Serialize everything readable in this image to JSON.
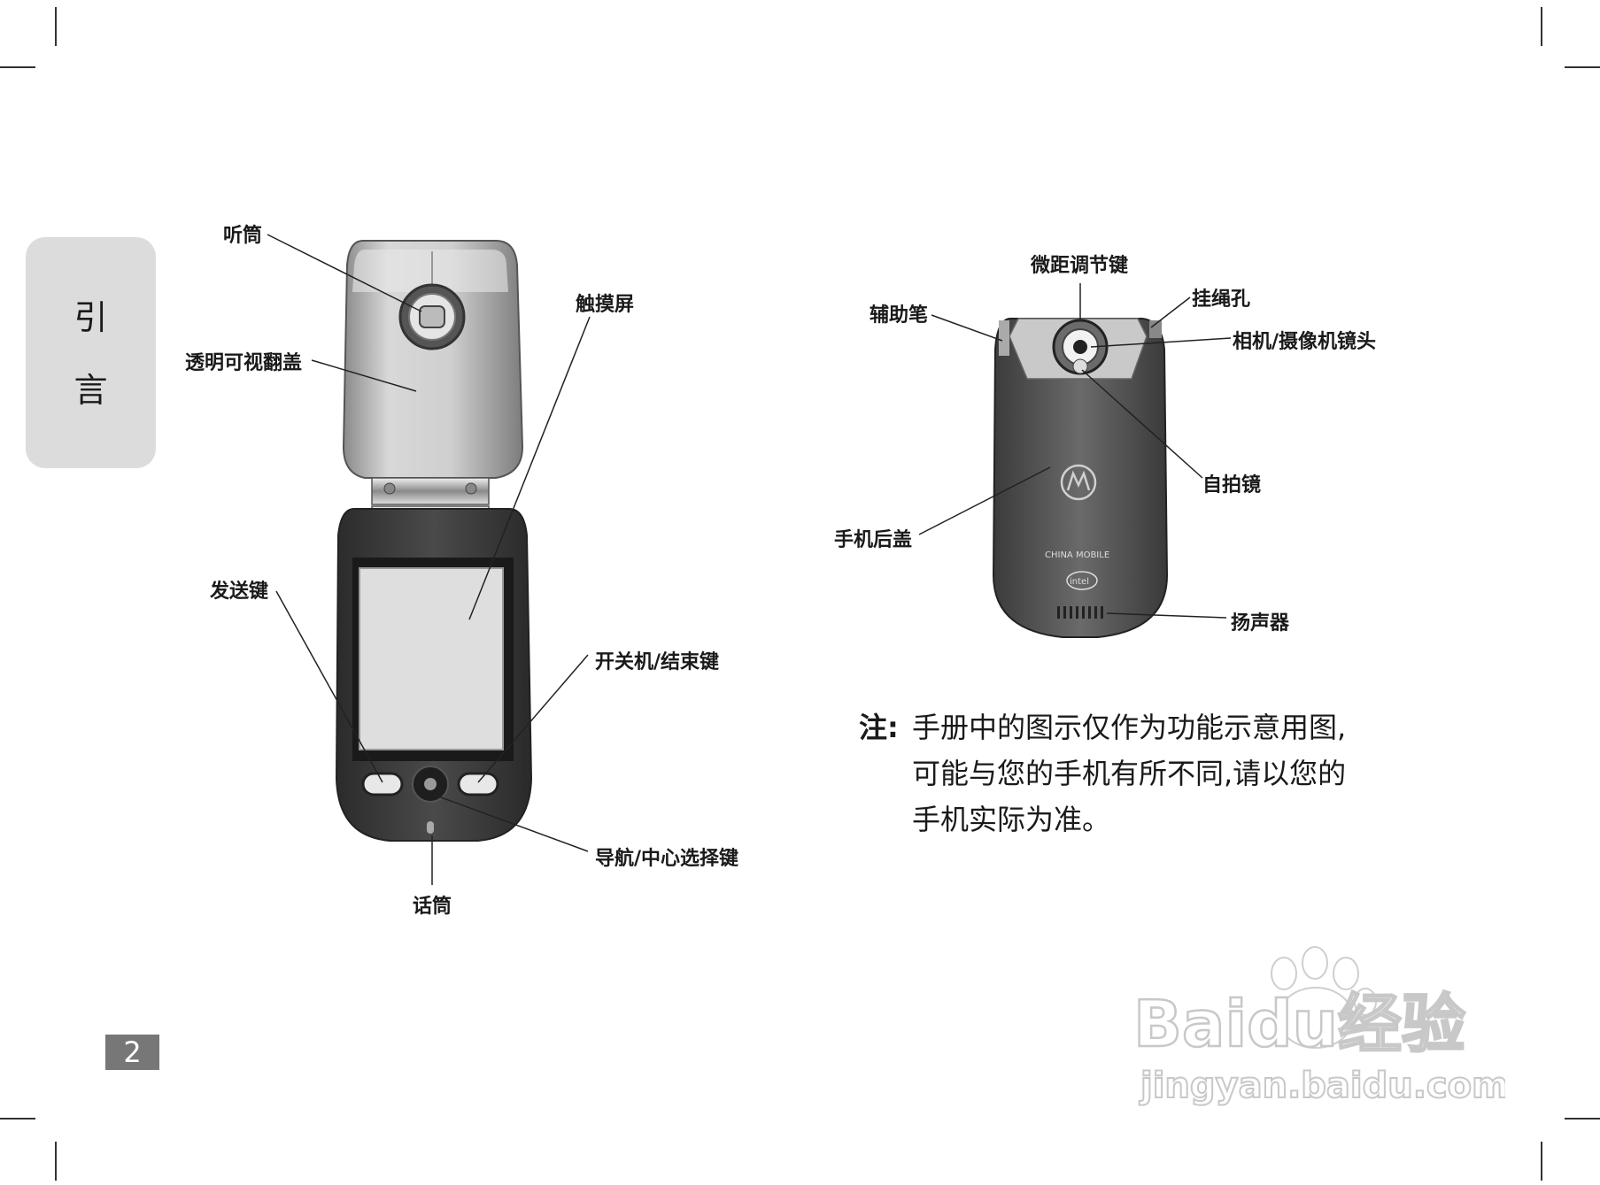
{
  "side_tab": {
    "chars": [
      "引",
      "言"
    ]
  },
  "page_number": "2",
  "front_labels": {
    "earpiece": "听筒",
    "flip": "透明可视翻盖",
    "touchscreen": "触摸屏",
    "send_key": "发送键",
    "power_key": "开关机/结束键",
    "nav_key": "导航/中心选择键",
    "microphone": "话筒"
  },
  "back_labels": {
    "macro_key": "微距调节键",
    "stylus": "辅助笔",
    "lanyard": "挂绳孔",
    "camera_lens": "相机/摄像机镜头",
    "mirror": "自拍镜",
    "back_cover": "手机后盖",
    "speaker": "扬声器"
  },
  "phone_back_print": {
    "operator": "CHINA MOBILE",
    "chip": "intel"
  },
  "note": {
    "tag": "注:",
    "lines": [
      "手册中的图示仅作为功能示意用图,",
      "可能与您的手机有所不同,请以您的",
      "手机实际为准。"
    ]
  },
  "watermark": {
    "brand": "Baidu经验",
    "url": "jingyan.baidu.com"
  }
}
